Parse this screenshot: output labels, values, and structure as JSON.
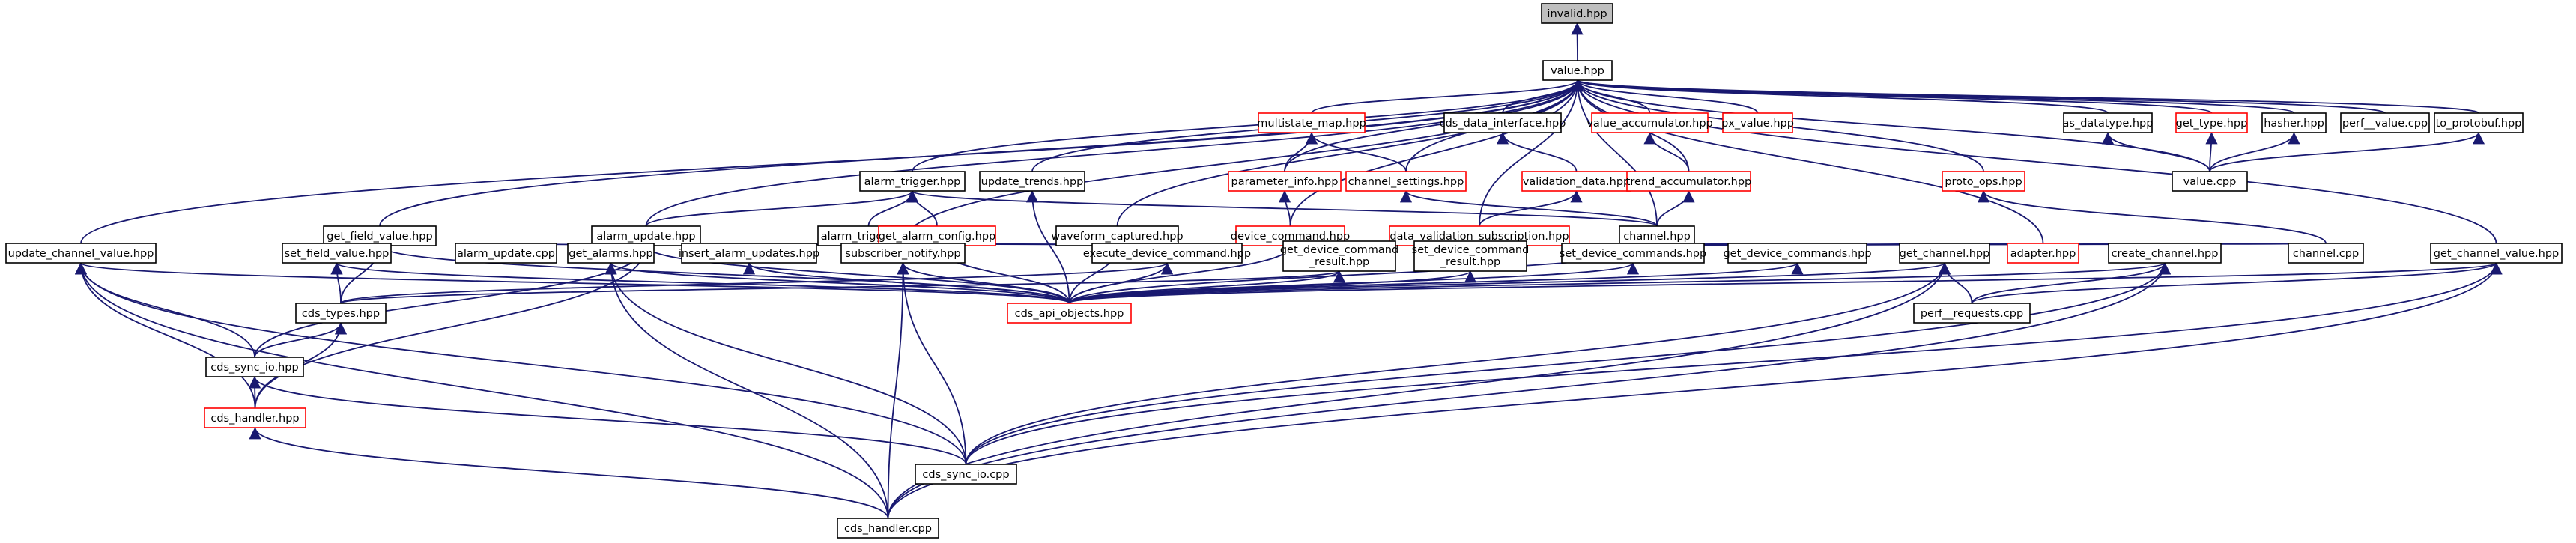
{
  "title": "",
  "colors": {
    "edge": "#191970",
    "normal_border": "#000000",
    "link_border": "#ff0000",
    "root_fill": "#bfbfbf"
  },
  "nodes": [
    {
      "id": "invalid",
      "label": "invalid.hpp",
      "style": "root"
    },
    {
      "id": "value",
      "label": "value.hpp",
      "style": "normal"
    },
    {
      "id": "multistate_map",
      "label": "multistate_map.hpp",
      "style": "red"
    },
    {
      "id": "cds_data_interface",
      "label": "cds_data_interface.hpp",
      "style": "normal"
    },
    {
      "id": "value_accumulator",
      "label": "value_accumulator.hpp",
      "style": "red"
    },
    {
      "id": "px_value",
      "label": "px_value.hpp",
      "style": "red"
    },
    {
      "id": "as_datatype",
      "label": "as_datatype.hpp",
      "style": "normal"
    },
    {
      "id": "get_type",
      "label": "get_type.hpp",
      "style": "red"
    },
    {
      "id": "hasher",
      "label": "hasher.hpp",
      "style": "normal"
    },
    {
      "id": "perf_value_cpp",
      "label": "perf__value.cpp",
      "style": "normal"
    },
    {
      "id": "to_protobuf",
      "label": "to_protobuf.hpp",
      "style": "normal"
    },
    {
      "id": "alarm_trigger",
      "label": "alarm_trigger.hpp",
      "style": "normal"
    },
    {
      "id": "update_trends",
      "label": "update_trends.hpp",
      "style": "normal"
    },
    {
      "id": "parameter_info",
      "label": "parameter_info.hpp",
      "style": "red"
    },
    {
      "id": "channel_settings",
      "label": "channel_settings.hpp",
      "style": "red"
    },
    {
      "id": "validation_data",
      "label": "validation_data.hpp",
      "style": "red"
    },
    {
      "id": "trend_accumulator",
      "label": "trend_accumulator.hpp",
      "style": "red"
    },
    {
      "id": "proto_ops",
      "label": "proto_ops.hpp",
      "style": "red"
    },
    {
      "id": "value_cpp",
      "label": "value.cpp",
      "style": "normal"
    },
    {
      "id": "get_field_value",
      "label": "get_field_value.hpp",
      "style": "normal"
    },
    {
      "id": "alarm_update",
      "label": "alarm_update.hpp",
      "style": "normal"
    },
    {
      "id": "alarm_trigger_cpp",
      "label": "alarm_trigger.cpp",
      "style": "normal"
    },
    {
      "id": "get_alarm_config",
      "label": "get_alarm_config.hpp",
      "style": "red"
    },
    {
      "id": "waveform_captured",
      "label": "waveform_captured.hpp",
      "style": "normal"
    },
    {
      "id": "device_command",
      "label": "device_command.hpp",
      "style": "red"
    },
    {
      "id": "data_validation_subscription",
      "label": "data_validation_subscription.hpp",
      "style": "red"
    },
    {
      "id": "channel",
      "label": "channel.hpp",
      "style": "normal"
    },
    {
      "id": "update_channel_value",
      "label": "update_channel_value.hpp",
      "style": "normal"
    },
    {
      "id": "set_field_value",
      "label": "set_field_value.hpp",
      "style": "normal"
    },
    {
      "id": "alarm_update_cpp",
      "label": "alarm_update.cpp",
      "style": "normal"
    },
    {
      "id": "get_alarms",
      "label": "get_alarms.hpp",
      "style": "normal"
    },
    {
      "id": "insert_alarm_updates",
      "label": "insert_alarm_updates.hpp",
      "style": "normal"
    },
    {
      "id": "subscriber_notify",
      "label": "subscriber_notify.hpp",
      "style": "normal"
    },
    {
      "id": "execute_device_command",
      "label": "execute_device_command.hpp",
      "style": "normal"
    },
    {
      "id": "get_device_command_result",
      "label": "get_device_command\n_result.hpp",
      "style": "normal"
    },
    {
      "id": "set_device_command_result",
      "label": "set_device_command\n_result.hpp",
      "style": "normal"
    },
    {
      "id": "set_device_commands",
      "label": "set_device_commands.hpp",
      "style": "normal"
    },
    {
      "id": "get_device_commands",
      "label": "get_device_commands.hpp",
      "style": "normal"
    },
    {
      "id": "get_channel",
      "label": "get_channel.hpp",
      "style": "normal"
    },
    {
      "id": "adapter",
      "label": "adapter.hpp",
      "style": "red"
    },
    {
      "id": "create_channel",
      "label": "create_channel.hpp",
      "style": "normal"
    },
    {
      "id": "channel_cpp",
      "label": "channel.cpp",
      "style": "normal"
    },
    {
      "id": "get_channel_value",
      "label": "get_channel_value.hpp",
      "style": "normal"
    },
    {
      "id": "cds_types",
      "label": "cds_types.hpp",
      "style": "normal"
    },
    {
      "id": "cds_api_objects",
      "label": "cds_api_objects.hpp",
      "style": "red"
    },
    {
      "id": "perf_requests_cpp",
      "label": "perf__requests.cpp",
      "style": "normal"
    },
    {
      "id": "cds_sync_io_hpp",
      "label": "cds_sync_io.hpp",
      "style": "normal"
    },
    {
      "id": "cds_handler_hpp",
      "label": "cds_handler.hpp",
      "style": "red"
    },
    {
      "id": "cds_sync_io_cpp",
      "label": "cds_sync_io.cpp",
      "style": "normal"
    },
    {
      "id": "cds_handler_cpp",
      "label": "cds_handler.cpp",
      "style": "normal"
    }
  ],
  "edges": [
    [
      "value",
      "invalid"
    ],
    [
      "multistate_map",
      "value"
    ],
    [
      "cds_data_interface",
      "value"
    ],
    [
      "value_accumulator",
      "value"
    ],
    [
      "px_value",
      "value"
    ],
    [
      "as_datatype",
      "value"
    ],
    [
      "get_type",
      "value"
    ],
    [
      "hasher",
      "value"
    ],
    [
      "perf_value_cpp",
      "value"
    ],
    [
      "to_protobuf",
      "value"
    ],
    [
      "alarm_trigger",
      "value"
    ],
    [
      "update_trends",
      "value"
    ],
    [
      "parameter_info",
      "value"
    ],
    [
      "channel_settings",
      "value"
    ],
    [
      "trend_accumulator",
      "value"
    ],
    [
      "proto_ops",
      "value"
    ],
    [
      "value_cpp",
      "value"
    ],
    [
      "get_field_value",
      "value"
    ],
    [
      "alarm_update",
      "value"
    ],
    [
      "waveform_captured",
      "value"
    ],
    [
      "device_command",
      "value"
    ],
    [
      "data_validation_subscription",
      "value"
    ],
    [
      "channel",
      "value"
    ],
    [
      "update_channel_value",
      "value"
    ],
    [
      "subscriber_notify",
      "value"
    ],
    [
      "adapter",
      "value"
    ],
    [
      "get_channel_value",
      "value"
    ],
    [
      "parameter_info",
      "multistate_map"
    ],
    [
      "channel_settings",
      "multistate_map"
    ],
    [
      "validation_data",
      "cds_data_interface"
    ],
    [
      "trend_accumulator",
      "value_accumulator"
    ],
    [
      "value_cpp",
      "as_datatype"
    ],
    [
      "value_cpp",
      "get_type"
    ],
    [
      "value_cpp",
      "hasher"
    ],
    [
      "value_cpp",
      "to_protobuf"
    ],
    [
      "alarm_update",
      "alarm_trigger"
    ],
    [
      "alarm_trigger_cpp",
      "alarm_trigger"
    ],
    [
      "get_alarm_config",
      "alarm_trigger"
    ],
    [
      "channel",
      "alarm_trigger"
    ],
    [
      "cds_api_objects",
      "update_trends"
    ],
    [
      "device_command",
      "parameter_info"
    ],
    [
      "channel",
      "channel_settings"
    ],
    [
      "data_validation_subscription",
      "validation_data"
    ],
    [
      "channel",
      "trend_accumulator"
    ],
    [
      "channel_cpp",
      "proto_ops"
    ],
    [
      "set_field_value",
      "get_field_value"
    ],
    [
      "cds_types",
      "get_field_value"
    ],
    [
      "cds_api_objects",
      "get_field_value"
    ],
    [
      "alarm_update_cpp",
      "alarm_update"
    ],
    [
      "get_alarms",
      "alarm_update"
    ],
    [
      "insert_alarm_updates",
      "alarm_update"
    ],
    [
      "subscriber_notify",
      "alarm_update"
    ],
    [
      "cds_sync_io_hpp",
      "alarm_update"
    ],
    [
      "cds_handler_hpp",
      "alarm_update"
    ],
    [
      "cds_api_objects",
      "alarm_update"
    ],
    [
      "cds_api_objects",
      "get_alarm_config"
    ],
    [
      "cds_api_objects",
      "waveform_captured"
    ],
    [
      "subscriber_notify",
      "device_command"
    ],
    [
      "execute_device_command",
      "device_command"
    ],
    [
      "get_device_command_result",
      "device_command"
    ],
    [
      "set_device_command_result",
      "device_command"
    ],
    [
      "set_device_commands",
      "device_command"
    ],
    [
      "get_device_commands",
      "device_command"
    ],
    [
      "cds_api_objects",
      "device_command"
    ],
    [
      "subscriber_notify",
      "channel"
    ],
    [
      "execute_device_command",
      "channel"
    ],
    [
      "get_device_command_result",
      "channel"
    ],
    [
      "set_device_command_result",
      "channel"
    ],
    [
      "get_device_commands",
      "channel"
    ],
    [
      "get_channel",
      "channel"
    ],
    [
      "adapter",
      "channel"
    ],
    [
      "create_channel",
      "channel"
    ],
    [
      "channel_cpp",
      "channel"
    ],
    [
      "cds_api_objects",
      "channel"
    ],
    [
      "cds_sync_io_hpp",
      "update_channel_value"
    ],
    [
      "cds_handler_hpp",
      "update_channel_value"
    ],
    [
      "cds_sync_io_cpp",
      "update_channel_value"
    ],
    [
      "cds_handler_cpp",
      "update_channel_value"
    ],
    [
      "cds_api_objects",
      "update_channel_value"
    ],
    [
      "cds_types",
      "set_field_value"
    ],
    [
      "cds_api_objects",
      "set_field_value"
    ],
    [
      "cds_api_objects",
      "get_alarms"
    ],
    [
      "cds_sync_io_cpp",
      "get_alarms"
    ],
    [
      "cds_handler_cpp",
      "get_alarms"
    ],
    [
      "cds_api_objects",
      "insert_alarm_updates"
    ],
    [
      "cds_api_objects",
      "subscriber_notify"
    ],
    [
      "cds_sync_io_cpp",
      "subscriber_notify"
    ],
    [
      "cds_handler_cpp",
      "subscriber_notify"
    ],
    [
      "cds_types",
      "execute_device_command"
    ],
    [
      "cds_api_objects",
      "execute_device_command"
    ],
    [
      "cds_types",
      "get_device_command_result"
    ],
    [
      "cds_api_objects",
      "get_device_command_result"
    ],
    [
      "cds_api_objects",
      "set_device_command_result"
    ],
    [
      "cds_api_objects",
      "set_device_commands"
    ],
    [
      "cds_api_objects",
      "get_device_commands"
    ],
    [
      "cds_api_objects",
      "get_channel"
    ],
    [
      "perf_requests_cpp",
      "get_channel"
    ],
    [
      "cds_sync_io_cpp",
      "get_channel"
    ],
    [
      "cds_handler_cpp",
      "get_channel"
    ],
    [
      "cds_api_objects",
      "create_channel"
    ],
    [
      "perf_requests_cpp",
      "create_channel"
    ],
    [
      "cds_sync_io_cpp",
      "create_channel"
    ],
    [
      "cds_handler_cpp",
      "create_channel"
    ],
    [
      "cds_api_objects",
      "get_channel_value"
    ],
    [
      "perf_requests_cpp",
      "get_channel_value"
    ],
    [
      "cds_sync_io_cpp",
      "get_channel_value"
    ],
    [
      "cds_handler_cpp",
      "get_channel_value"
    ],
    [
      "cds_sync_io_hpp",
      "cds_types"
    ],
    [
      "cds_handler_hpp",
      "cds_types"
    ],
    [
      "cds_handler_hpp",
      "cds_sync_io_hpp"
    ],
    [
      "cds_sync_io_cpp",
      "cds_sync_io_hpp"
    ],
    [
      "cds_handler_cpp",
      "cds_handler_hpp"
    ]
  ]
}
